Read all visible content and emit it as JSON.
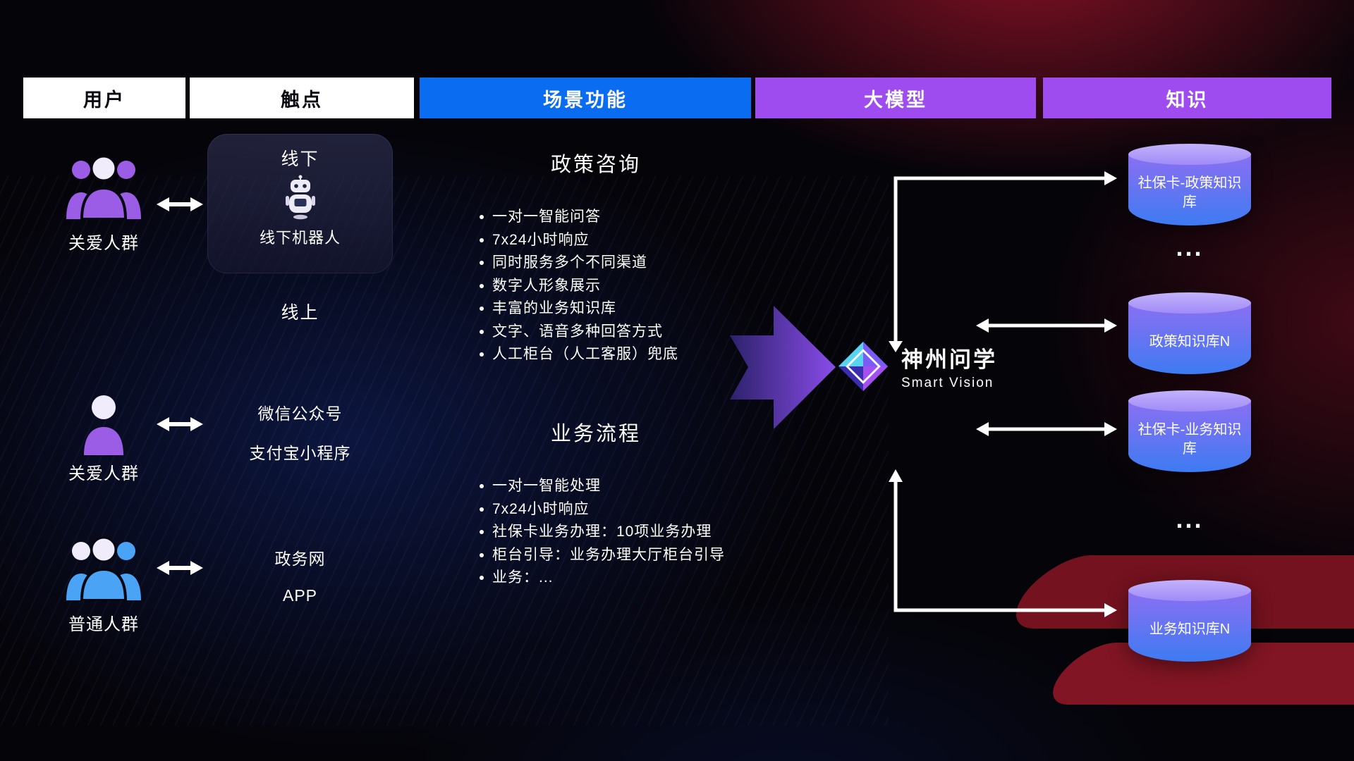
{
  "headers": [
    {
      "label": "用户"
    },
    {
      "label": "触点"
    },
    {
      "label": "场景功能"
    },
    {
      "label": "大模型"
    },
    {
      "label": "知识"
    }
  ],
  "users": [
    {
      "label": "关爱人群",
      "icon": "people-group-purple-icon"
    },
    {
      "label": "关爱人群",
      "icon": "person-purple-icon"
    },
    {
      "label": "普通人群",
      "icon": "people-group-blue-icon"
    }
  ],
  "touchpoints": {
    "offline_title": "线下",
    "robot_label": "线下机器人",
    "robot_icon": "robot-icon",
    "online_title": "线上",
    "online_channels": [
      "微信公众号",
      "支付宝小程序",
      "政务网",
      "APP"
    ]
  },
  "scenes": [
    {
      "title": "政策咨询",
      "items": [
        "一对一智能问答",
        "7x24小时响应",
        "同时服务多个不同渠道",
        "数字人形象展示",
        "丰富的业务知识库",
        "文字、语音多种回答方式",
        "人工柜台（人工客服）兜底"
      ]
    },
    {
      "title": "业务流程",
      "items": [
        "一对一智能处理",
        "7x24小时响应",
        "社保卡业务办理：10项业务办理",
        "柜台引导：业务办理大厅柜台引导",
        "业务：..."
      ]
    }
  ],
  "model": {
    "name": "神州问学",
    "subtitle": "Smart Vision",
    "icon": "diamond-logo-icon"
  },
  "knowledge": {
    "items": [
      {
        "type": "db",
        "label": "社保卡-政策知识库"
      },
      {
        "type": "ellipsis",
        "label": "..."
      },
      {
        "type": "db",
        "label": "政策知识库N"
      },
      {
        "type": "db",
        "label": "社保卡-业务知识库"
      },
      {
        "type": "ellipsis",
        "label": "..."
      },
      {
        "type": "db",
        "label": "业务知识库N"
      }
    ]
  },
  "colors": {
    "header_blue": "#0a6cf0",
    "header_purple": "#9e4bf0",
    "user_purple": "#9b5de5",
    "user_blue": "#4aa3f5",
    "cyl_purple": "#8a6ff2",
    "cyl_blue": "#3d7bf2",
    "arrow_white": "#ffffff",
    "flow_arrow_dark": "#2e2370",
    "flow_arrow_light": "#9050f5"
  }
}
